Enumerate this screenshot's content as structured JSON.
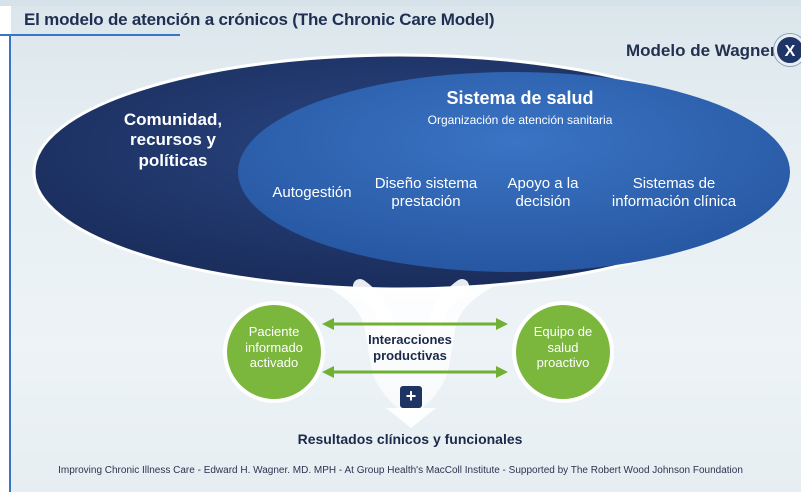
{
  "title": "El modelo de atención a crónicos (The Chronic Care Model)",
  "subtitle": "Modelo de Wagner",
  "close_label": "X",
  "community": {
    "label": "Comunidad, recursos y políticas"
  },
  "health_system": {
    "title": "Sistema de salud",
    "subtitle": "Organización de atención sanitaria",
    "items": [
      {
        "label": "Autogestión"
      },
      {
        "label": "Diseño sistema prestación"
      },
      {
        "label": "Apoyo a la decisión"
      },
      {
        "label": "Sistemas de información clínica"
      }
    ]
  },
  "patient": {
    "label": "Paciente informado activado"
  },
  "team": {
    "label": "Equipo de salud proactivo"
  },
  "interactions": {
    "label": "Interacciones productivas"
  },
  "plus_label": "+",
  "outcomes": {
    "label": "Resultados clínicos y funcionales"
  },
  "footer": "Improving Chronic Illness Care - Edward H. Wagner. MD. MPH - At Group Health's MacColl Institute - Supported by The Robert Wood Johnson Foundation",
  "colors": {
    "outer_ellipse": "#1f3568",
    "inner_ellipse": "#2e62ad",
    "green": "#7ab73c",
    "green_border": "#ffffff",
    "arrow": "#6fb035",
    "background": "#e7eff3"
  }
}
